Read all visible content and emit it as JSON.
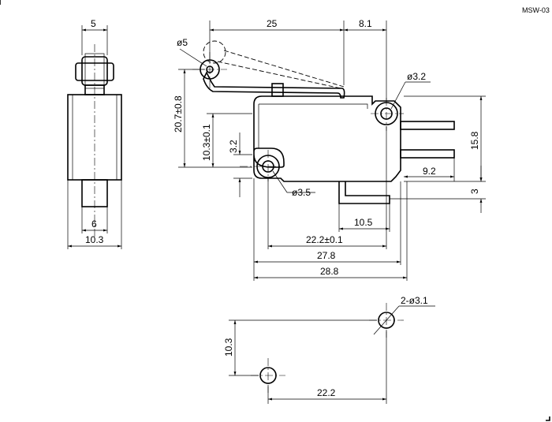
{
  "model_code": "MSW-03",
  "side_view": {
    "width_top": "5",
    "width_plunger": "6",
    "width_body": "10.3"
  },
  "front_view": {
    "lever_length": "25",
    "lever_tip_offset": "8.1",
    "roller_diameter": "ø5",
    "mount_hole_upper_diameter": "ø3.2",
    "mount_hole_lower_diameter": "ø3.5",
    "lever_height": "20.7±0.8",
    "hole_spacing_vertical": "10.3±0.1",
    "lower_hole_offset": "3.2",
    "body_height": "15.8",
    "terminal_length": "9.2",
    "terminal_offset": "3",
    "bottom_terminal_width": "10.5",
    "hole_spacing_horizontal": "22.2±0.1",
    "body_length": "27.8",
    "overall_length": "28.8"
  },
  "hole_pattern": {
    "hole_spec": "2-ø3.1",
    "vertical_spacing": "10.3",
    "horizontal_spacing": "22.2"
  }
}
